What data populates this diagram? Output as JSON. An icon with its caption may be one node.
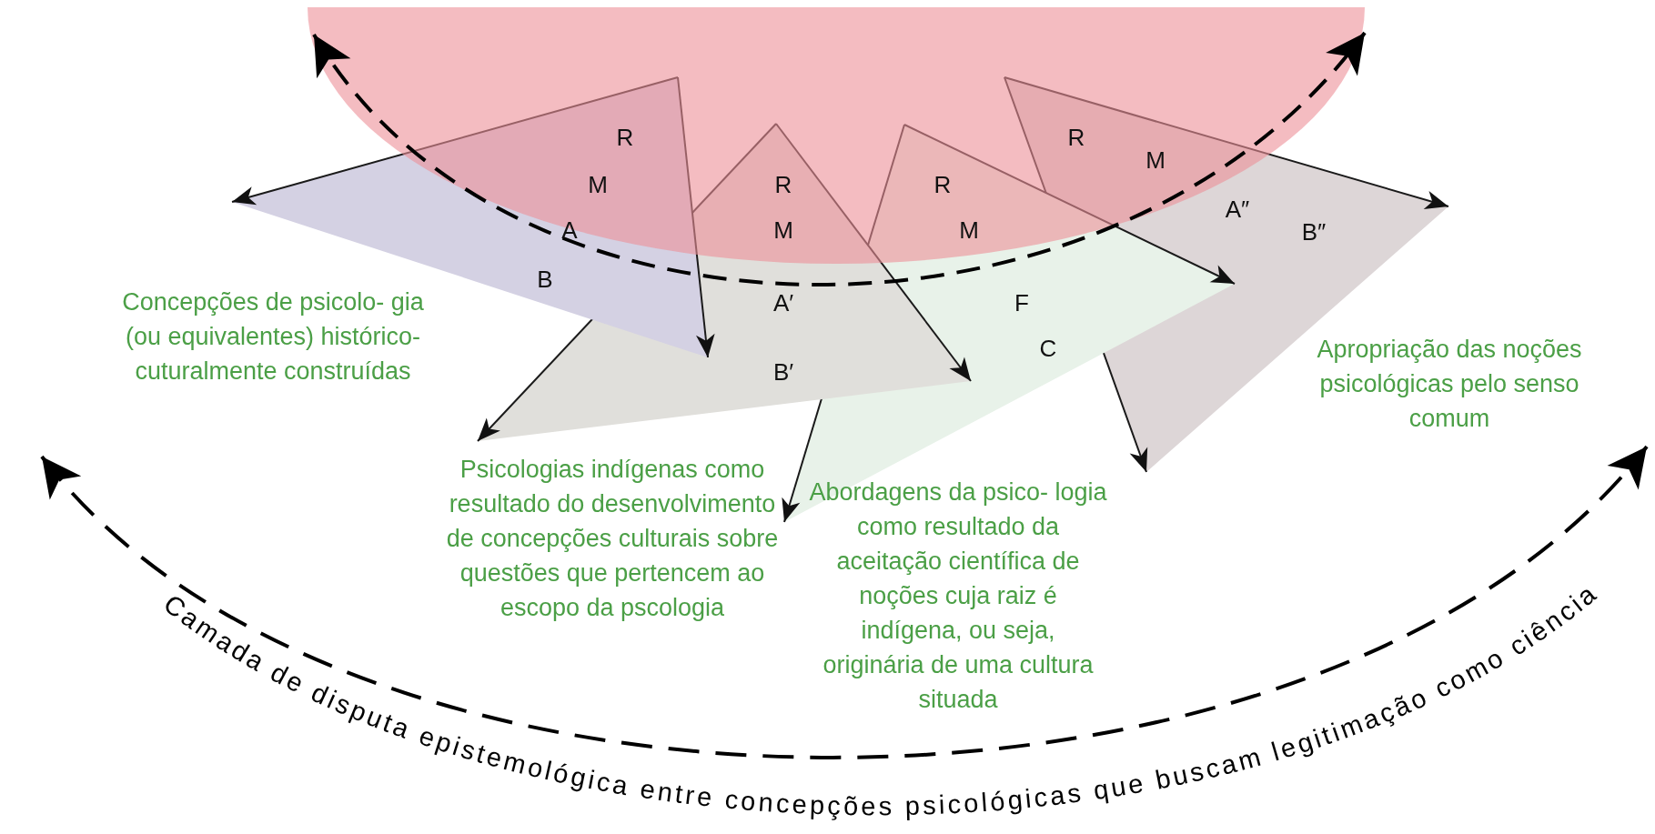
{
  "diagram": {
    "nodes": [
      {
        "text": [
          "R",
          "M",
          "A",
          "B"
        ]
      },
      {
        "text": [
          "R",
          "M",
          "A′",
          "B′"
        ]
      },
      {
        "text": [
          "R",
          "M",
          "F",
          "C"
        ]
      },
      {
        "text": [
          "R",
          "M",
          "A″",
          "B″"
        ]
      }
    ],
    "labels": [
      "Concepções de psicolo- gia (ou equivalentes) histórico-cuturalmente construídas",
      "Apropriação das noções psicológicas pelo senso comum",
      "Psicologias indígenas como resultado do desenvolvimento de concepções culturais sobre questões que pertencem ao escopo da pscologia",
      "Abordagens da psico- logia como resultado da aceitação científica de noções cuja raiz é indígena, ou seja, originária de uma cultura situada",
      "Camada de disputa epistemológica entre concepções psicológicas que buscam legitimação como ciência"
    ]
  }
}
